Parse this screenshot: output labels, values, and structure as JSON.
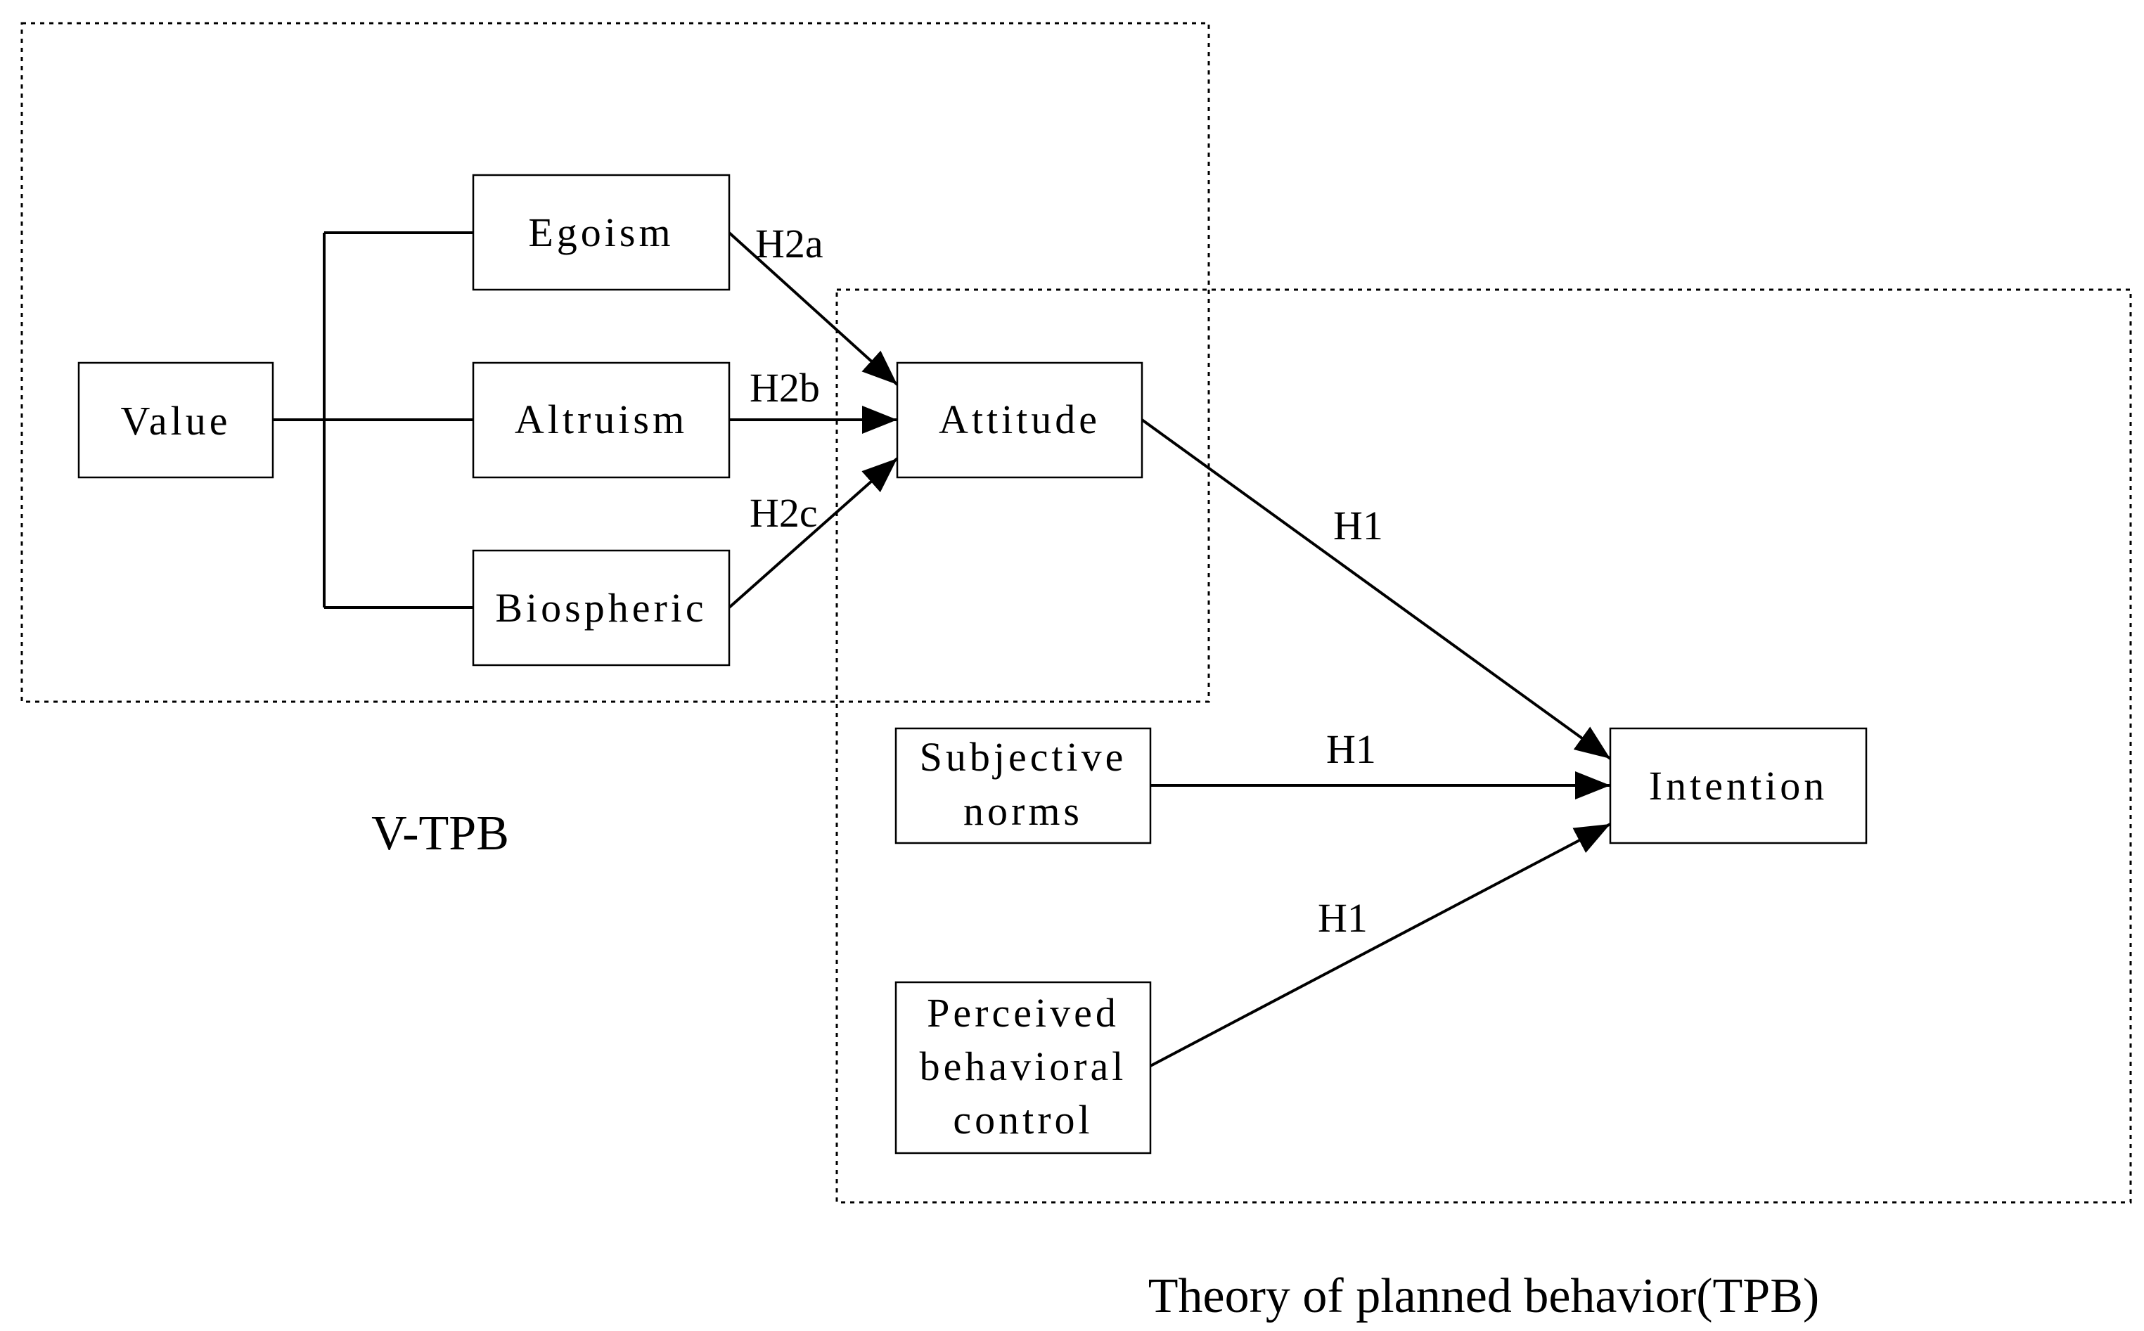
{
  "diagram": {
    "groups": {
      "vtpb": {
        "label": "V-TPB"
      },
      "tpb": {
        "label": "Theory of planned behavior(TPB)"
      }
    },
    "nodes": {
      "value": {
        "lines": [
          "Value"
        ]
      },
      "egoism": {
        "lines": [
          "Egoism"
        ]
      },
      "altruism": {
        "lines": [
          "Altruism"
        ]
      },
      "biospheric": {
        "lines": [
          "Biospheric"
        ]
      },
      "attitude": {
        "lines": [
          "Attitude"
        ]
      },
      "subjective_norms": {
        "lines": [
          "Subjective",
          "norms"
        ]
      },
      "perceived_behavioral_control": {
        "lines": [
          "Perceived",
          "behavioral",
          "control"
        ]
      },
      "intention": {
        "lines": [
          "Intention"
        ]
      }
    },
    "edges": {
      "egoism_attitude": {
        "label": "H2a"
      },
      "altruism_attitude": {
        "label": "H2b"
      },
      "biospheric_attitude": {
        "label": "H2c"
      },
      "attitude_intention": {
        "label": "H1"
      },
      "subjective_norms_intention": {
        "label": "H1"
      },
      "pbc_intention": {
        "label": "H1"
      }
    }
  }
}
